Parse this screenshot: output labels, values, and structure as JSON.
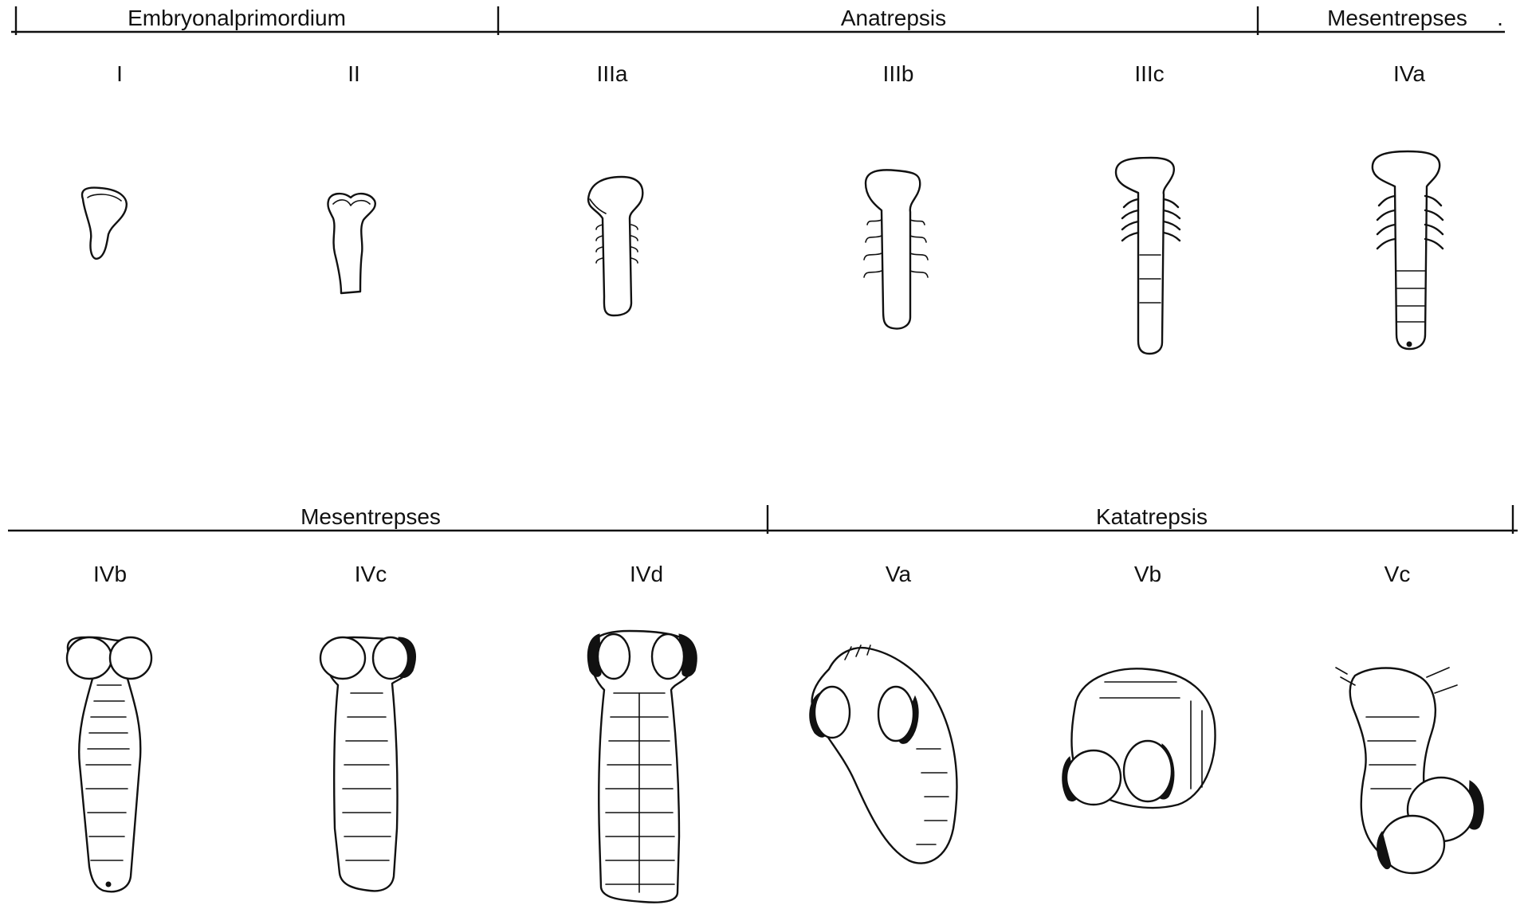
{
  "phases_top": [
    {
      "label": "Embryonalprimordium"
    },
    {
      "label": "Anatrepsis"
    },
    {
      "label": "Mesentrepses"
    }
  ],
  "phases_bottom": [
    {
      "label": "Mesentrepses"
    },
    {
      "label": "Katatrepsis"
    }
  ],
  "stages_top": [
    "I",
    "II",
    "IIIa",
    "IIIb",
    "IIIc",
    "IVa"
  ],
  "stages_bottom": [
    "IVb",
    "IVc",
    "IVd",
    "Va",
    "Vb",
    "Vc"
  ],
  "trailing_mark": "."
}
